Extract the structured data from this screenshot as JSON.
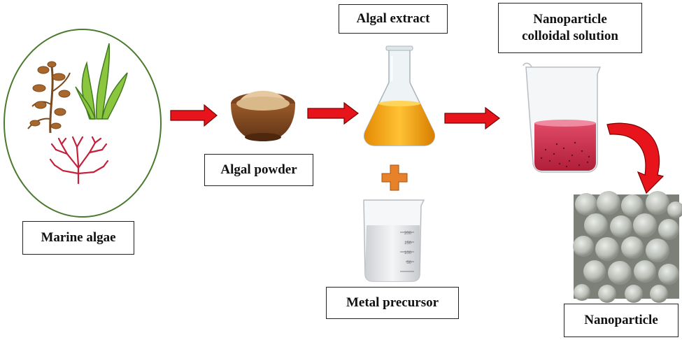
{
  "labels": {
    "marine_algae": "Marine algae",
    "algal_powder": "Algal powder",
    "algal_extract": "Algal extract",
    "metal_precursor": "Metal precursor",
    "colloid_line1": "Nanoparticle",
    "colloid_line2": "colloidal solution",
    "nanoparticle": "Nanoparticle"
  },
  "beaker_ticks": [
    "200",
    "150",
    "100",
    "50"
  ],
  "colors": {
    "arrow_red": "#e8141b",
    "ellipse_green": "#4a7a2e",
    "plus_orange": "#e8822a",
    "extract_orange": "#f0a010",
    "colloid_red": "#c8243e"
  }
}
